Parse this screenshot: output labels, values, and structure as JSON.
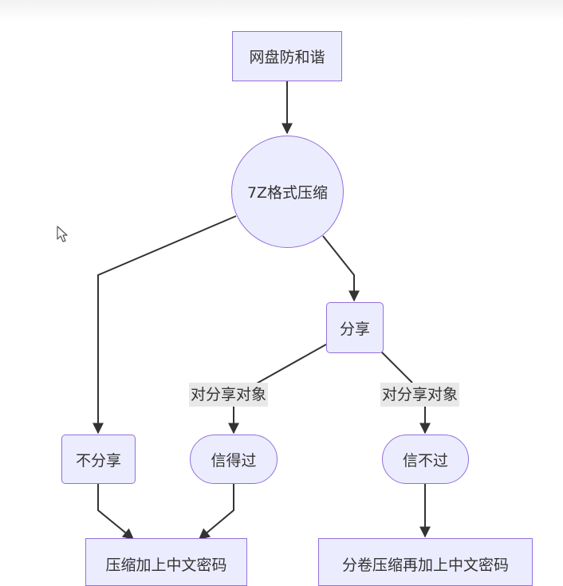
{
  "colors": {
    "node_fill": "#ececff",
    "node_stroke": "#9370db",
    "edge": "#333333",
    "label_bg": "#e8e8e8"
  },
  "nodes": {
    "root": "网盘防和谐",
    "compress": "7Z格式压缩",
    "share": "分享",
    "no_share": "不分享",
    "trusted": "信得过",
    "untrusted": "信不过",
    "result_a": "压缩加上中文密码",
    "result_b": "分卷压缩再加上中文密码"
  },
  "edge_labels": {
    "left": "对分享对象",
    "right": "对分享对象"
  },
  "icons": {
    "cursor": "mouse-pointer-icon"
  }
}
